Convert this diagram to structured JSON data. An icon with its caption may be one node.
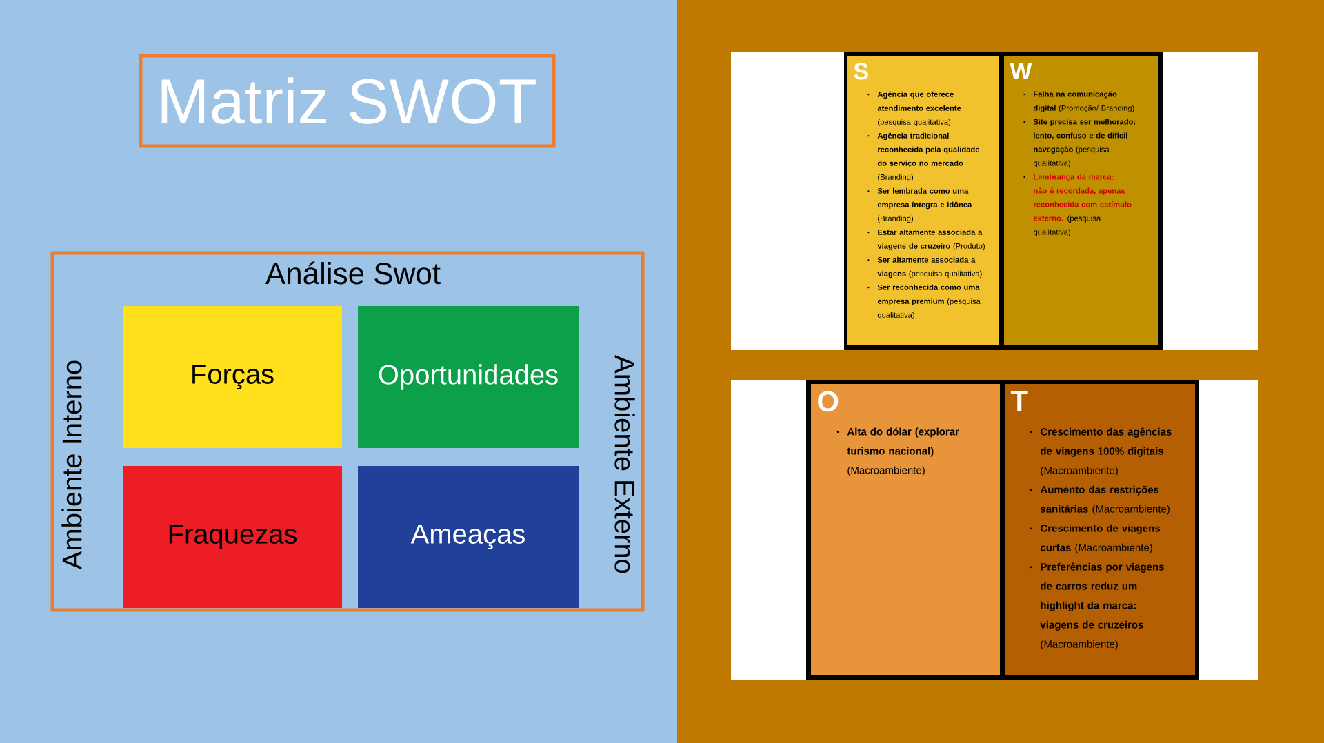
{
  "diagram": {
    "title": "Matriz SWOT",
    "nodes": [
      {
        "text": [
          "Análise Swot",
          "Ambiente Interno",
          "Ambiente Externo"
        ]
      },
      {
        "text": [
          "Forças"
        ],
        "in": 0
      },
      {
        "text": [
          "Oportunidades"
        ],
        "in": 0
      },
      {
        "text": [
          "Fraquezas"
        ],
        "in": 0
      },
      {
        "text": [
          "Ameaças"
        ],
        "in": 0
      },
      {
        "text": [
          "S",
          "**Agência que oferece atendimento excelente** (pesquisa qualitativa)",
          "**Agência tradicional reconhecida pela qualidade do serviço no mercado** (Branding)",
          "**Ser lembrada como uma empresa íntegra e idônea** (Branding)",
          "**Estar altamente associada a viagens de cruzeiro** (Produto)",
          "**Ser altamente associada a viagens** (pesquisa qualitativa)",
          "**Ser reconhecida como uma empresa premium** (pesquisa qualitativa)"
        ]
      },
      {
        "text": [
          "W",
          "**Falha na comunicação digital** (Promoção/ Branding)",
          "**Site precisa ser melhorado: lento, confuso e de difícil navegação** (pesquisa qualitativa)",
          "**Lembrança da marca: não é recordada, apenas reconhecida com estímulo externo.** (pesquisa qualitativa)"
        ]
      },
      {
        "text": [
          "O",
          "**Alta do dólar (explorar turismo nacional)** (Macroambiente)"
        ]
      },
      {
        "text": [
          "T",
          "**Crescimento das agências de viagens 100% digitais** (Macroambiente)",
          "**Aumento das restrições sanitárias** (Macroambiente)",
          "**Crescimento de viagens curtas** (Macroambiente)",
          "**Preferências por viagens de carros reduz um highlight da marca: viagens de cruzeiros** (Macroambiente)"
        ]
      }
    ]
  }
}
